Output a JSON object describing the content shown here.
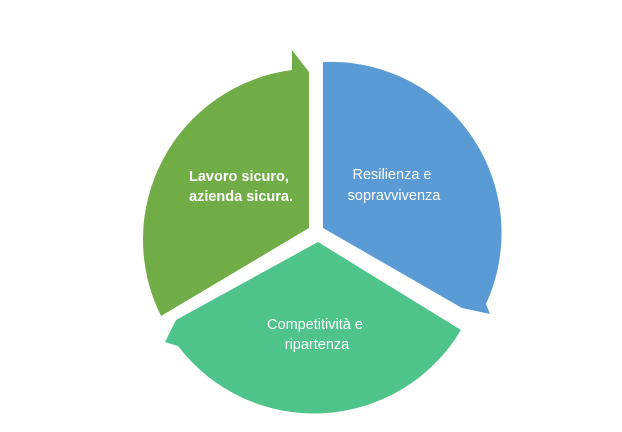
{
  "diagram": {
    "segments": [
      {
        "id": "resilienza",
        "lines": [
          "Resilienza e",
          "sopravvivenza"
        ],
        "color": "#5b9bd5",
        "bold": false
      },
      {
        "id": "competitivita",
        "lines": [
          "Competitività e",
          "ripartenza"
        ],
        "color": "#4ec48a",
        "bold": false
      },
      {
        "id": "lavoro",
        "lines": [
          "Lavoro sicuro,",
          "azienda sicura."
        ],
        "color": "#70ad47",
        "bold": true
      }
    ],
    "text_color": "#ffffff",
    "background": "#ffffff"
  }
}
